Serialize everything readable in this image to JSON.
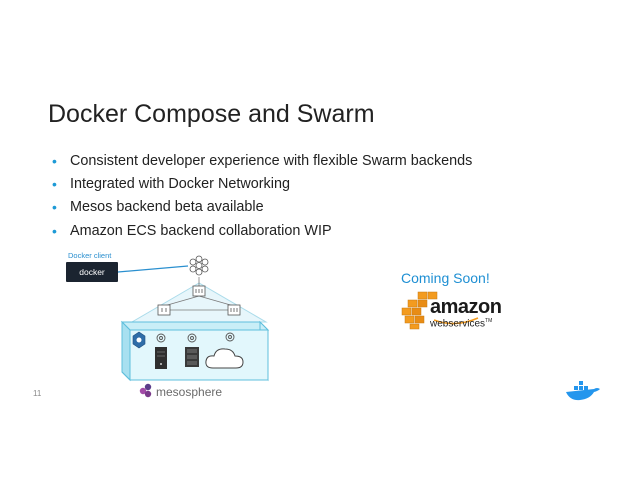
{
  "slide": {
    "title": "Docker Compose and Swarm",
    "bullets": [
      "Consistent developer experience with flexible Swarm backends",
      "Integrated with Docker Networking",
      "Mesos backend beta available",
      "Amazon ECS backend collaboration WIP"
    ],
    "slide_number": "11"
  },
  "diagram": {
    "client_label": "Docker client",
    "client_box": "docker",
    "logo_text": "mesosphere"
  },
  "aws": {
    "coming_soon": "Coming Soon!",
    "wordmark": "amazon",
    "sub": "webservices",
    "tm": "TM"
  },
  "colors": {
    "accent_blue": "#1d9ad6",
    "aws_orange": "#f39b1f",
    "mesos_purple": "#7a3a8a",
    "diagram_cyan": "#d6f1f8"
  }
}
